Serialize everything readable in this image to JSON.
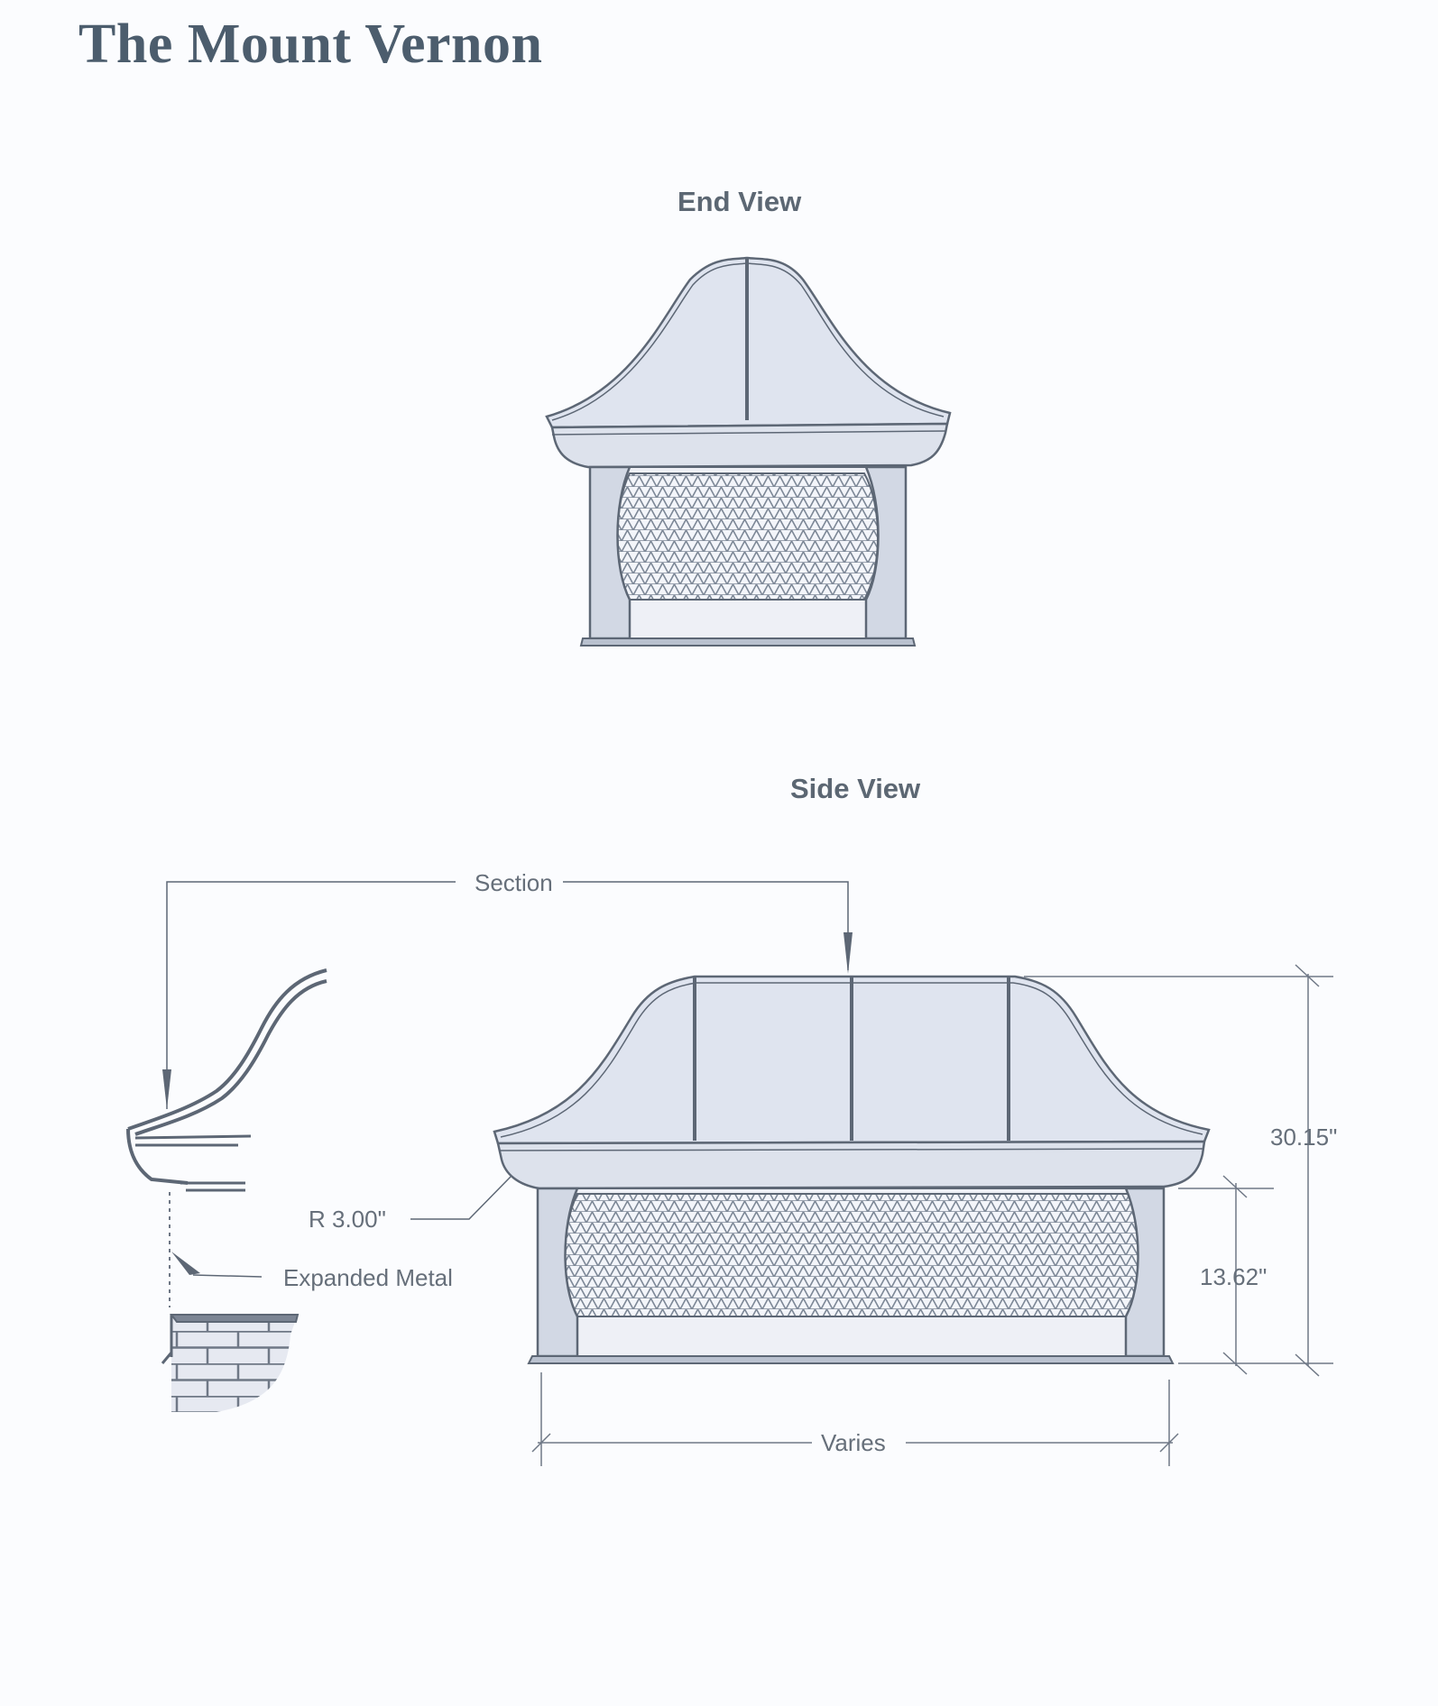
{
  "title": "The Mount Vernon",
  "views": {
    "end": {
      "title": "End View"
    },
    "side": {
      "title": "Side View"
    }
  },
  "labels": {
    "section": "Section",
    "radius": "R 3.00\"",
    "expanded_metal": "Expanded Metal",
    "overall_height": "30.15\"",
    "screen_height": "13.62\"",
    "width": "Varies"
  },
  "colors": {
    "fill": "#dfe4ef",
    "stroke": "#5d6775",
    "mesh": "#7c8796",
    "title": "#4c5d6d"
  }
}
